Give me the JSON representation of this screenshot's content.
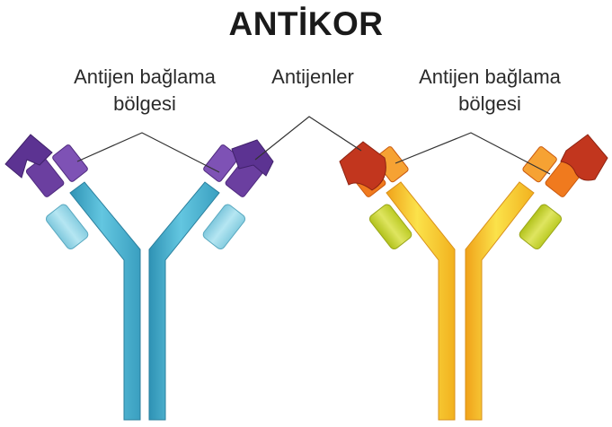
{
  "title": "ANTİKOR",
  "labels": {
    "binding_site_left": {
      "line1": "Antijen bağlama",
      "line2": "bölgesi"
    },
    "antigens": "Antijenler",
    "binding_site_right": {
      "line1": "Antijen bağlama",
      "line2": "bölgesi"
    }
  },
  "colors": {
    "blue_heavy": "#4db5d3",
    "blue_light": "#8fd3e6",
    "purple": "#6b3fa0",
    "purple_dark": "#4f2a7e",
    "orange": "#f07a1e",
    "orange_light": "#f6a233",
    "yellow": "#f8d21c",
    "yellow_green": "#c7d42a",
    "red_antigen": "#c2361e",
    "leader_line": "#333333"
  }
}
